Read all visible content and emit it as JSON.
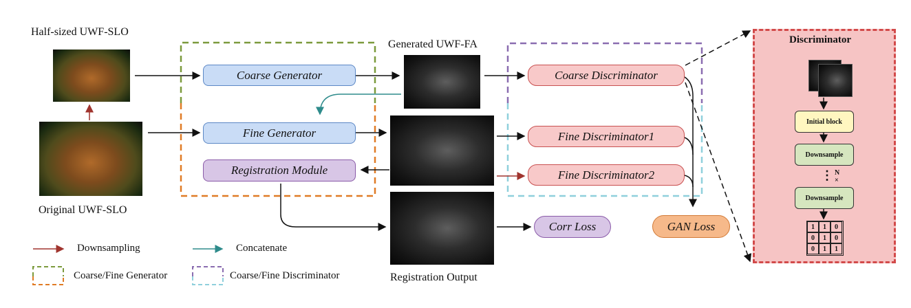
{
  "labels": {
    "half_sized": "Half-sized UWF-SLO",
    "original": "Original UWF-SLO",
    "generated": "Generated UWF-FA",
    "registration_output": "Registration Output"
  },
  "modules": {
    "coarse_generator": "Coarse Generator",
    "fine_generator": "Fine Generator",
    "registration_module": "Registration Module",
    "coarse_discriminator": "Coarse Discriminator",
    "fine_discriminator1": "Fine Discriminator1",
    "fine_discriminator2": "Fine Discriminator2",
    "corr_loss": "Corr Loss",
    "gan_loss": "GAN Loss"
  },
  "legend": {
    "downsampling": "Downsampling",
    "concatenate": "Concatenate",
    "generator": "Coarse/Fine Generator",
    "discriminator": "Coarse/Fine Discriminator"
  },
  "discriminator_panel": {
    "title": "Discriminator",
    "initial_block": "Initial block",
    "downsample": "Downsample",
    "n_label": "N",
    "times": "×",
    "dots": "⋮",
    "matrix": [
      "1",
      "1",
      "0",
      "0",
      "1",
      "0",
      "0",
      "1",
      "1"
    ]
  },
  "colors": {
    "downsample_arrow": "#a0342e",
    "concat_arrow": "#2e8b8b",
    "generator_green": "#7b9a3c",
    "generator_orange": "#e07b25",
    "discriminator_purple": "#8a6cb0",
    "discriminator_cyan": "#8fd0dc",
    "panel_bg": "#f6c4c4",
    "panel_border": "#d24a4a"
  }
}
